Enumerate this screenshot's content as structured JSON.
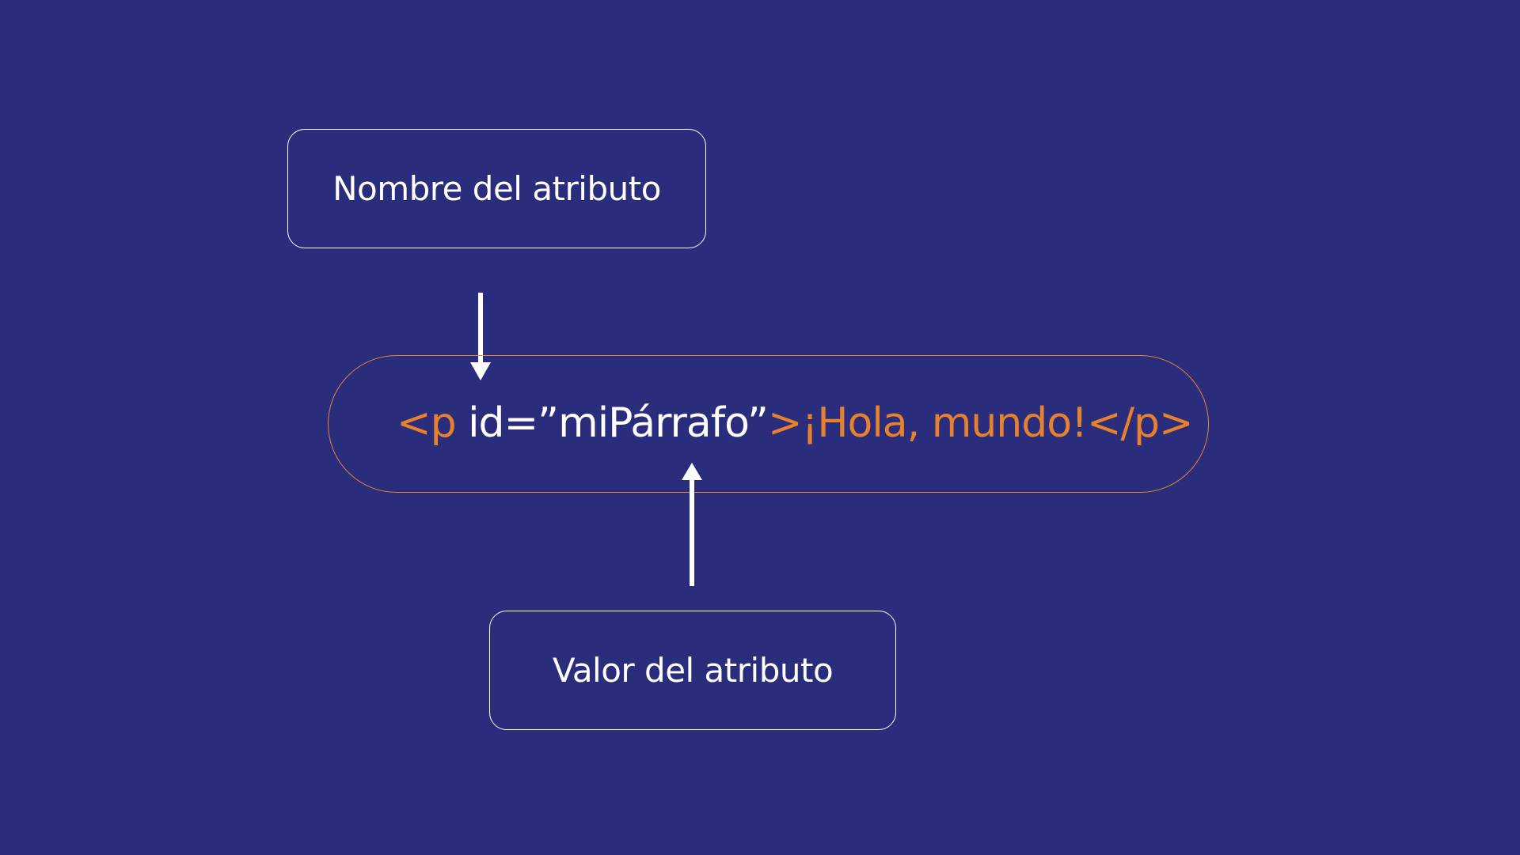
{
  "colors": {
    "background": "#2a2d7c",
    "white": "#ffffff",
    "orange": "#e8812e"
  },
  "labels": {
    "attribute_name": "Nombre del atributo",
    "attribute_value": "Valor del atributo"
  },
  "code": {
    "open_tag": "<p",
    "space": " ",
    "attr_name": "id=",
    "attr_value": "”miPárrafo”",
    "close_open": ">",
    "content": "¡Hola, mundo!",
    "closing_tag": "</p>"
  }
}
